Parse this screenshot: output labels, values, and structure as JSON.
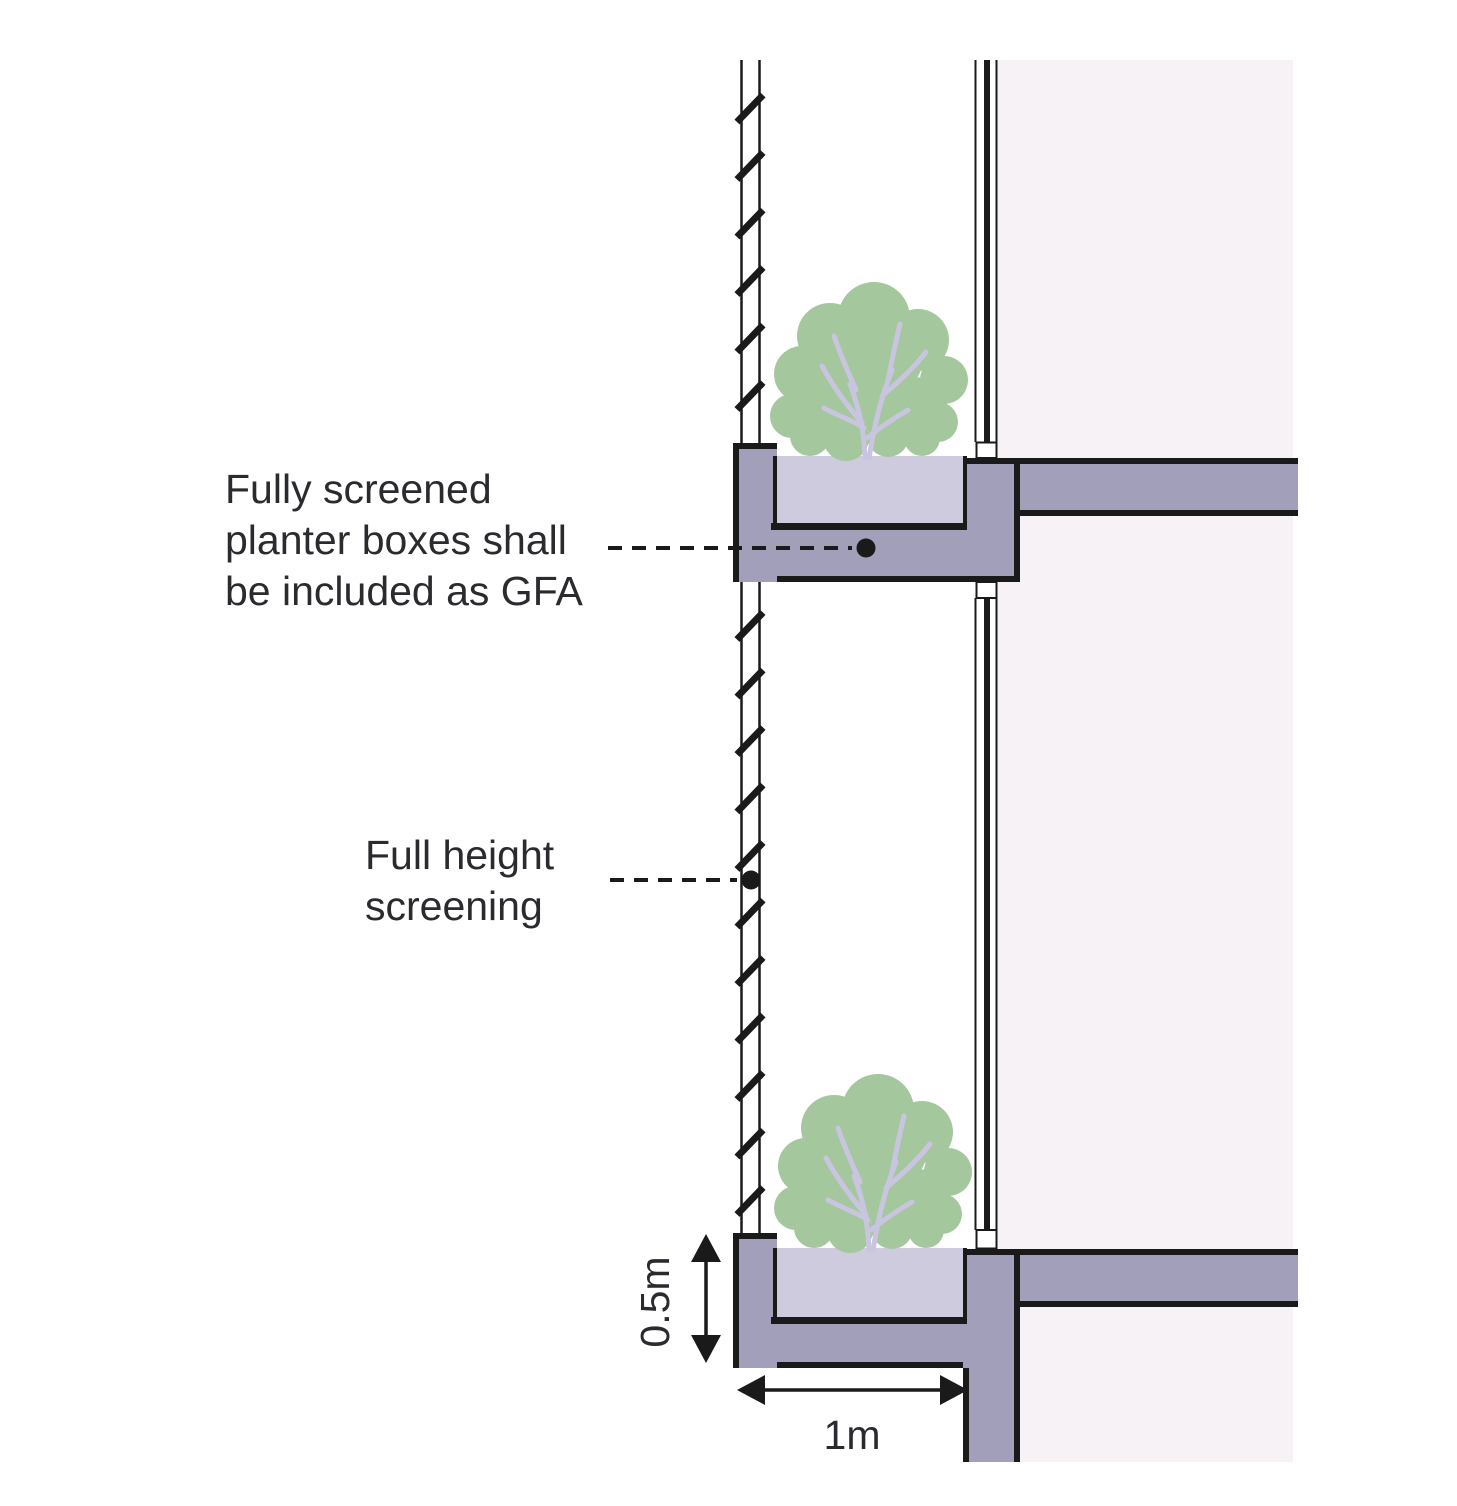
{
  "diagram": {
    "annotations": {
      "planter_note": "Fully screened\nplanter boxes shall\nbe included as GFA",
      "screen_note": "Full height\nscreening"
    },
    "dimensions": {
      "planter_depth_label": "0.5m",
      "planter_width_label": "1m"
    },
    "elements": {
      "screen": "full-height screening (hatched)",
      "planters": "fully screened planter boxes with trees",
      "facade": "building facade with floor slabs and glazing"
    }
  },
  "colors": {
    "structure": "#a29fba",
    "soil": "#cecbde",
    "facade": "#f7f2f6",
    "foliage": "#a5c79d",
    "branch": "#c9c5e0",
    "line": "#1a1a1a",
    "text": "#2b2a2e",
    "sill": "#ffffff",
    "background": "#ffffff"
  }
}
